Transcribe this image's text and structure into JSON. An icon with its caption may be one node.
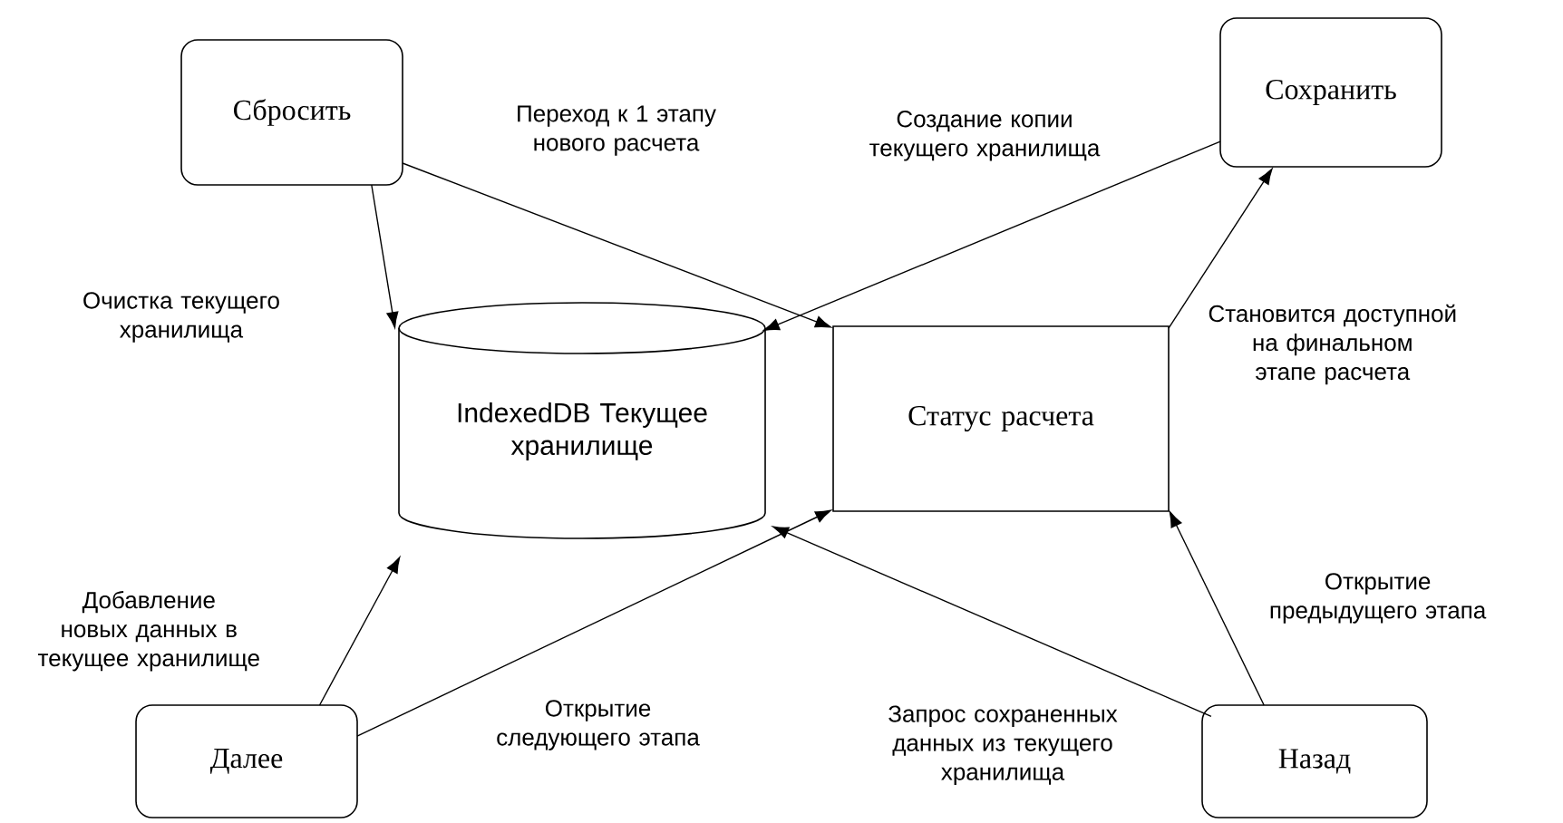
{
  "diagram": {
    "nodes": [
      {
        "text": [
          "Сбросить"
        ]
      },
      {
        "text": [
          "Сохранить"
        ]
      },
      {
        "text": [
          "IndexedDB Текущее хранилище"
        ]
      },
      {
        "text": [
          "Статус расчета"
        ]
      },
      {
        "text": [
          "Далее"
        ]
      },
      {
        "text": [
          "Назад"
        ]
      }
    ],
    "edges": [
      {
        "from": 0,
        "to": 2,
        "arrow": "to",
        "label": "Очистка текущего хранилища"
      },
      {
        "from": 0,
        "to": 3,
        "arrow": "to",
        "label": "Переход к 1 этапу нового расчета"
      },
      {
        "from": 1,
        "to": 2,
        "arrow": "to",
        "label": "Создание копии текущего хранилища"
      },
      {
        "from": 3,
        "to": 1,
        "arrow": "to",
        "label": "Становится доступной на финальном этапе расчета"
      },
      {
        "from": 4,
        "to": 2,
        "arrow": "to",
        "label": "Добавление новых данных в текущее хранилище"
      },
      {
        "from": 4,
        "to": 3,
        "arrow": "to",
        "label": "Открытие следующего этапа"
      },
      {
        "from": 5,
        "to": 2,
        "arrow": "to",
        "label": "Запрос сохраненных данных из текущего хранилища"
      },
      {
        "from": 5,
        "to": 3,
        "arrow": "to",
        "label": "Открытие предыдущего этапа"
      }
    ]
  }
}
